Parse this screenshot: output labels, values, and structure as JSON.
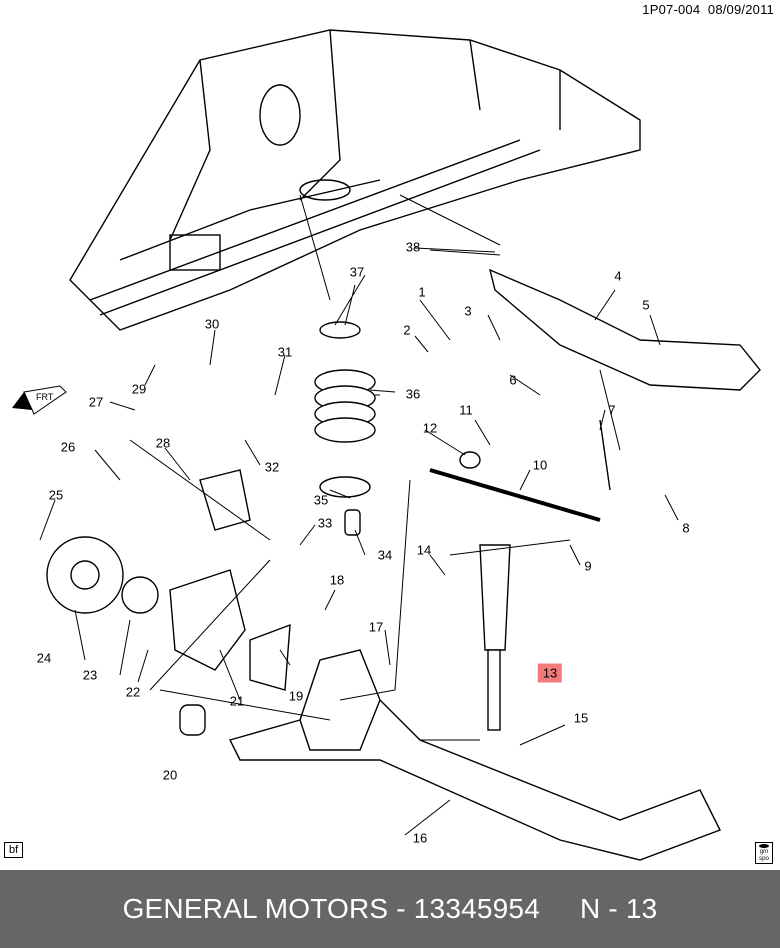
{
  "header": {
    "diagram_code": "1P07-004",
    "date": "08/09/2011"
  },
  "footer": {
    "brand": "GENERAL MOTORS",
    "part_number": "13345954",
    "ref": "N - 13",
    "text": "GENERAL MOTORS - 13345954"
  },
  "badges": {
    "bf": "bf",
    "gm_spo": "gm spo",
    "frt": "FRT"
  },
  "highlight_color": "#f47a7a",
  "callouts": [
    {
      "n": "1"
    },
    {
      "n": "2"
    },
    {
      "n": "3"
    },
    {
      "n": "4"
    },
    {
      "n": "5"
    },
    {
      "n": "6"
    },
    {
      "n": "7"
    },
    {
      "n": "8"
    },
    {
      "n": "9"
    },
    {
      "n": "10"
    },
    {
      "n": "11"
    },
    {
      "n": "12"
    },
    {
      "n": "13",
      "highlight": true
    },
    {
      "n": "14"
    },
    {
      "n": "15"
    },
    {
      "n": "16"
    },
    {
      "n": "17"
    },
    {
      "n": "18"
    },
    {
      "n": "19"
    },
    {
      "n": "20"
    },
    {
      "n": "21"
    },
    {
      "n": "22"
    },
    {
      "n": "23"
    },
    {
      "n": "24"
    },
    {
      "n": "25"
    },
    {
      "n": "26"
    },
    {
      "n": "27"
    },
    {
      "n": "28"
    },
    {
      "n": "29"
    },
    {
      "n": "30"
    },
    {
      "n": "31"
    },
    {
      "n": "32"
    },
    {
      "n": "33"
    },
    {
      "n": "34"
    },
    {
      "n": "35"
    },
    {
      "n": "36"
    },
    {
      "n": "37"
    },
    {
      "n": "38"
    }
  ]
}
